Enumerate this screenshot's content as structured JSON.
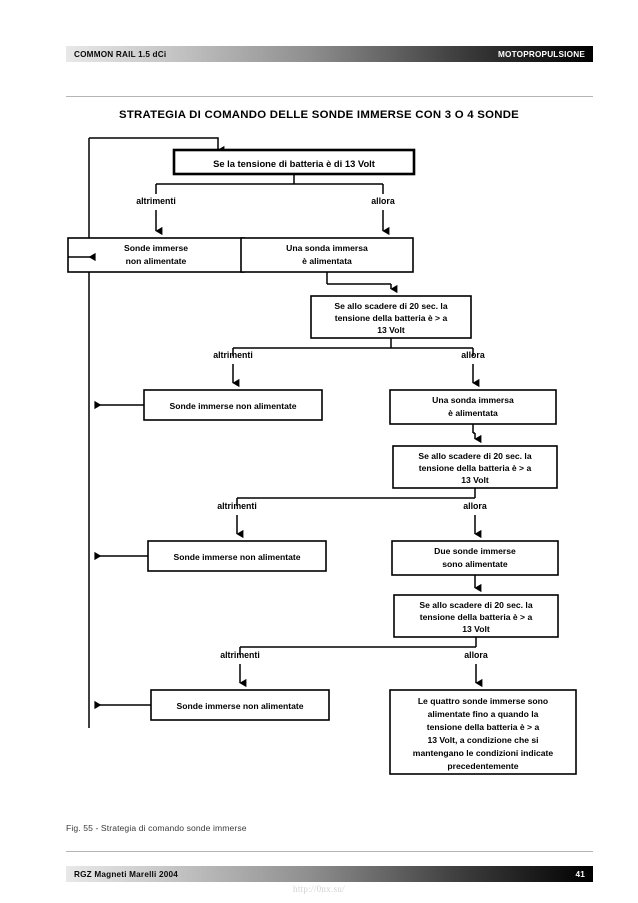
{
  "header": {
    "left_label": "COMMON RAIL 1.5 dCi",
    "right_label": "MOTOPROPULSIONE"
  },
  "footer": {
    "left_label": "RGZ Magneti Marelli 2004",
    "page_number": "41"
  },
  "figure": {
    "caption": "Fig. 55 - Strategia di comando sonde immerse",
    "title": "STRATEGIA DI COMANDO DELLE SONDE IMMERSE CON 3 O 4 SONDE"
  },
  "watermark": {
    "text": "http://0nx.su/"
  },
  "diagram": {
    "type": "flowchart",
    "branch_labels": {
      "else": "altrimenti",
      "then": "allora"
    },
    "root_condition": {
      "line1": "Se la tensione di batteria è    di 13 Volt"
    },
    "condition_boxes": [
      {
        "id": "cond-1",
        "line1": "Se allo scadere di 20 sec. la",
        "line2": "tensione della batteria è > a",
        "line3": "13 Volt"
      },
      {
        "id": "cond-2",
        "line1": "Se allo scadere di 20 sec. la",
        "line2": "tensione della batteria è > a",
        "line3": "13 Volt"
      },
      {
        "id": "cond-3",
        "line1": "Se allo scadere di 20 sec. la",
        "line2": "tensione della batteria è > a",
        "line3": "13 Volt"
      }
    ],
    "else_boxes": [
      {
        "id": "else-0",
        "line1": "Sonde immerse",
        "line2": "non alimentate"
      },
      {
        "id": "else-1",
        "line1": "Sonde immerse non alimentate",
        "line2": ""
      },
      {
        "id": "else-2",
        "line1": "Sonde immerse non alimentate",
        "line2": ""
      },
      {
        "id": "else-3",
        "line1": "Sonde immerse non alimentate",
        "line2": ""
      }
    ],
    "then_boxes": [
      {
        "id": "then-0",
        "line1": "Una sonda immersa",
        "line2": "è alimentata"
      },
      {
        "id": "then-1",
        "line1": "Una sonda immersa",
        "line2": "è alimentata"
      },
      {
        "id": "then-2",
        "line1": "Due sonde immerse",
        "line2": "sono alimentate"
      }
    ],
    "final_box": {
      "line1": "Le quattro sonde immerse sono",
      "line2": "alimentate fino a quando la",
      "line3": "tensione della batteria è > a",
      "line4": "13 Volt, a condizione che si",
      "line5": "mantengano le condizioni indicate",
      "line6": "precedentemente"
    }
  },
  "colors": {
    "ink": "#000000",
    "bar_gradient_start": "#e8e8e8",
    "bar_gradient_end": "#000000",
    "rule": "#b5b5b5",
    "caption": "#3b3b3b",
    "watermark": "#d2d2d2"
  }
}
